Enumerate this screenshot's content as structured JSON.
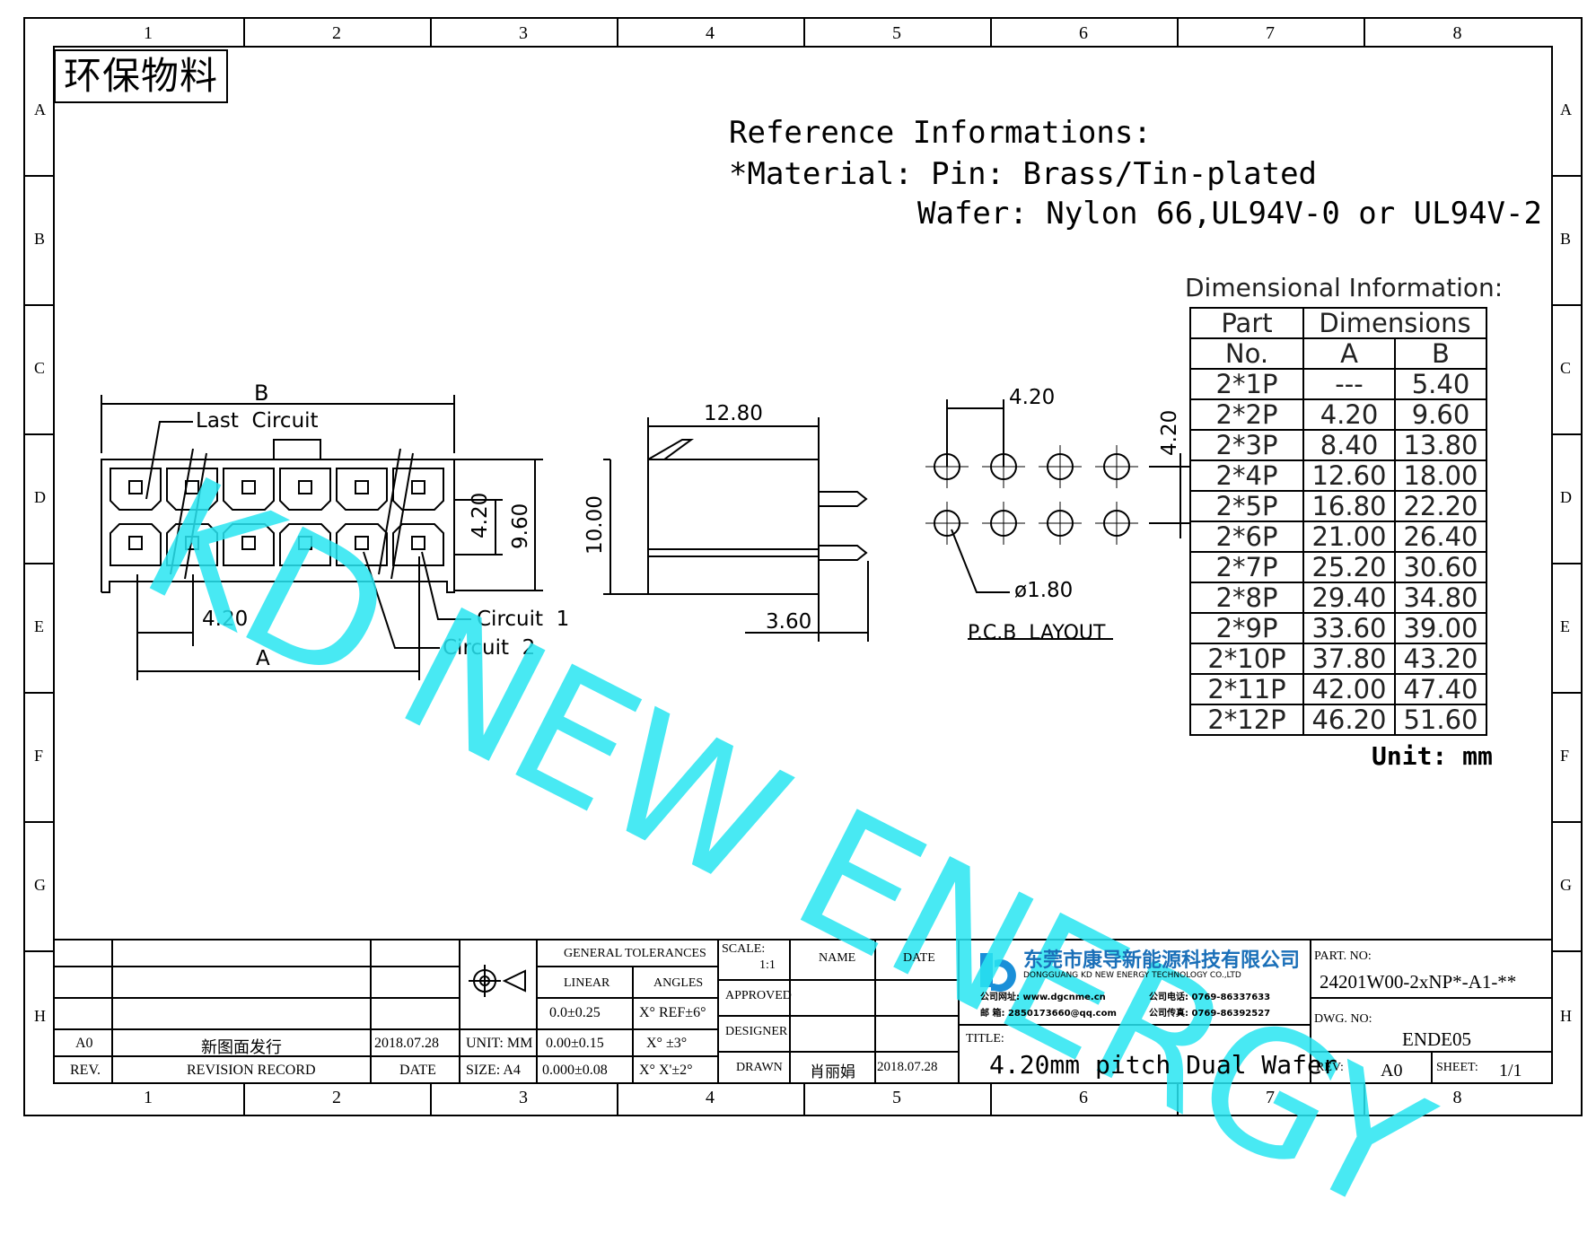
{
  "stamp": "环保物料",
  "grid": {
    "columns": [
      "1",
      "2",
      "3",
      "4",
      "5",
      "6",
      "7",
      "8"
    ],
    "rows": [
      "A",
      "B",
      "C",
      "D",
      "E",
      "F",
      "G",
      "H"
    ]
  },
  "reference": {
    "line1": "Reference Informations:",
    "line2": "*Material: Pin: Brass/Tin-plated",
    "line3": "Wafer: Nylon 66,UL94V-0 or UL94V-2"
  },
  "watermark": "KD NEW ENERGY",
  "front_view": {
    "b_label": "B",
    "last_circuit": "Last  Circuit",
    "pitch": "4.20",
    "a_label": "A",
    "circuit1": "Circuit  1",
    "circuit2": "Circuit  2",
    "height_420": "4.20",
    "height_960": "9.60"
  },
  "side_view": {
    "width": "12.80",
    "height": "10.00",
    "pin": "3.60"
  },
  "pcb": {
    "pitch_h": "4.20",
    "pitch_v": "4.20",
    "hole": "ø1.80",
    "label": "P.C.B  LAYOUT"
  },
  "dimensional": {
    "title": "Dimensional  Information:",
    "header_part": "Part",
    "header_no": "No.",
    "header_dims": "Dimensions",
    "col_a": "A",
    "col_b": "B",
    "rows": [
      {
        "part": "2*1P",
        "a": "---",
        "b": "5.40"
      },
      {
        "part": "2*2P",
        "a": "4.20",
        "b": "9.60"
      },
      {
        "part": "2*3P",
        "a": "8.40",
        "b": "13.80"
      },
      {
        "part": "2*4P",
        "a": "12.60",
        "b": "18.00"
      },
      {
        "part": "2*5P",
        "a": "16.80",
        "b": "22.20"
      },
      {
        "part": "2*6P",
        "a": "21.00",
        "b": "26.40"
      },
      {
        "part": "2*7P",
        "a": "25.20",
        "b": "30.60"
      },
      {
        "part": "2*8P",
        "a": "29.40",
        "b": "34.80"
      },
      {
        "part": "2*9P",
        "a": "33.60",
        "b": "39.00"
      },
      {
        "part": "2*10P",
        "a": "37.80",
        "b": "43.20"
      },
      {
        "part": "2*11P",
        "a": "42.00",
        "b": "47.40"
      },
      {
        "part": "2*12P",
        "a": "46.20",
        "b": "51.60"
      }
    ],
    "unit": "Unit: mm"
  },
  "title_block": {
    "rev_a0": "A0",
    "revision_text": "新图面发行",
    "revision_date": "2018.07.28",
    "rev_label": "REV.",
    "revision_record": "REVISION RECORD",
    "date_label": "DATE",
    "unit": "UNIT: MM",
    "size": "SIZE: A4",
    "general_tolerances": "GENERAL TOLERANCES",
    "linear": "LINEAR",
    "angles": "ANGLES",
    "tol1": "0.0±0.25",
    "tol2": "0.00±0.15",
    "tol3": "0.000±0.08",
    "ang1": "X° REF±6°",
    "ang2": "X° ±3°",
    "ang3": "X° X'±2°",
    "scale_label": "SCALE:",
    "scale_value": "1:1",
    "name_label": "NAME",
    "date2_label": "DATE",
    "approved": "APPROVED",
    "designer": "DESIGNER",
    "drawn": "DRAWN",
    "drawn_name": "肖丽娟",
    "drawn_date": "2018.07.28",
    "company_cn": "东莞市康导新能源科技有限公司",
    "company_en": "DONGGUANG KD NEW ENERGY TECHNOLOGY CO.,LTD",
    "website": "公司网址: www.dgcnme.cn",
    "phone": "公司电话: 0769-86337633",
    "email": "邮    箱: 2850173660@qq.com",
    "fax": "公司传真: 0769-86392527",
    "title_label": "TITLE:",
    "title": "4.20mm pitch Dual Wafer",
    "part_no_label": "PART. NO:",
    "part_no": "24201W00-2xNP*-A1-**",
    "dwg_no_label": "DWG. NO:",
    "dwg_no": "ENDE05",
    "rev2_label": "REV:",
    "rev2_value": "A0",
    "sheet_label": "SHEET:",
    "sheet_value": "1/1"
  },
  "colors": {
    "watermark": "#29e6f2",
    "logo": "#1a8fd8",
    "line": "#000000"
  }
}
